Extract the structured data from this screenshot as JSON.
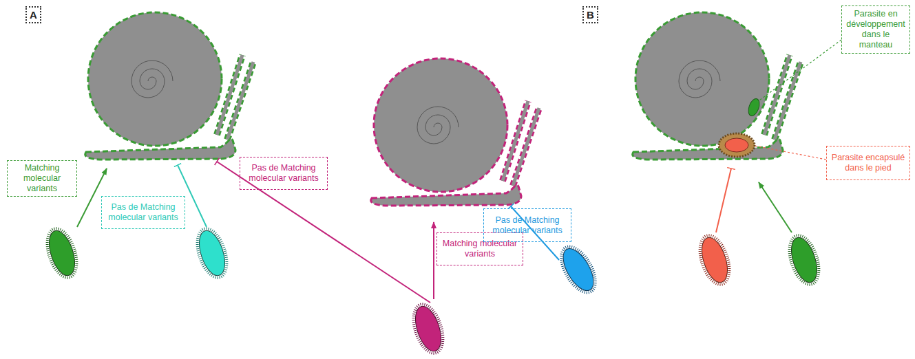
{
  "diagram": {
    "nodes": [
      {
        "text": [
          "A"
        ]
      },
      {
        "text": [
          "Matching molecular variants"
        ]
      },
      {
        "text": [
          "Pas de Matching molecular variants"
        ]
      },
      {
        "text": [
          "Pas de Matching molecular variants"
        ]
      },
      {
        "text": [
          "Matching molecular variants"
        ]
      },
      {
        "text": [
          "Pas de Matching molecular variants"
        ]
      },
      {
        "text": [
          "B"
        ]
      },
      {
        "text": [
          "Parasite en développement dans le manteau"
        ]
      },
      {
        "text": [
          "Parasite encapsulé dans le pied"
        ]
      }
    ]
  }
}
